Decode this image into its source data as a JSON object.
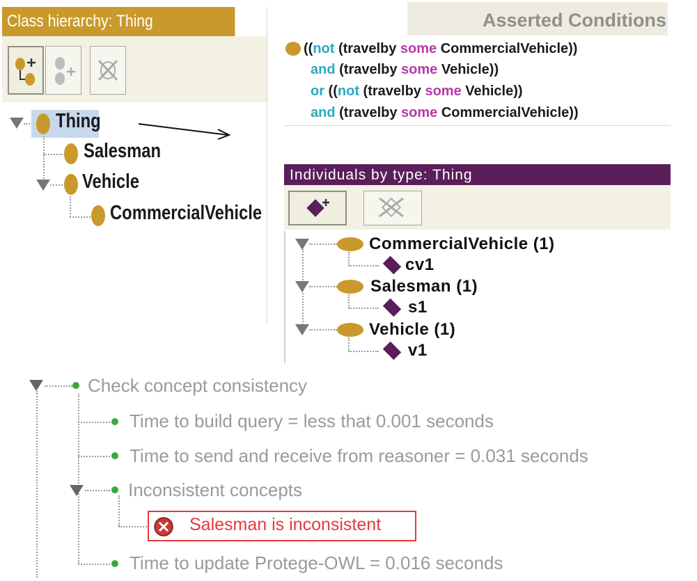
{
  "class_hierarchy": {
    "header": "Class hierarchy: Thing",
    "toolbar": {
      "add_subclass_icon": "add-subclass-icon",
      "add_sibling_icon": "add-sibling-icon",
      "delete_class_icon": "delete-class-icon"
    },
    "tree": [
      {
        "label": "Thing",
        "selected": true
      },
      {
        "label": "Salesman"
      },
      {
        "label": "Vehicle"
      },
      {
        "label": "CommercialVehicle"
      }
    ]
  },
  "asserted_conditions": {
    "header": "Asserted Conditions",
    "lines": [
      {
        "prefix": "((",
        "kw1": "not",
        "mid1": " (travelby ",
        "kw2": "some",
        "tail": " CommercialVehicle))"
      },
      {
        "prefix": "",
        "kw1": "and",
        "mid1": " (travelby ",
        "kw2": "some",
        "tail": " Vehicle))"
      },
      {
        "prefix": "",
        "kw1": "or",
        "mid1": " ((",
        "kw_not": "not",
        "mid2": " (travelby ",
        "kw2": "some",
        "tail": " Vehicle))"
      },
      {
        "prefix": "",
        "kw1": "and",
        "mid1": " (travelby ",
        "kw2": "some",
        "tail": " CommercialVehicle))"
      }
    ]
  },
  "individuals": {
    "header": "Individuals by type: Thing",
    "toolbar": {
      "add_individual_icon": "add-individual-icon",
      "delete_individual_icon": "delete-individual-icon"
    },
    "groups": [
      {
        "label": "CommercialVehicle (1)",
        "members": [
          "cv1"
        ]
      },
      {
        "label": "Salesman (1)",
        "members": [
          "s1"
        ]
      },
      {
        "label": "Vehicle (1)",
        "members": [
          "v1"
        ]
      }
    ]
  },
  "reasoner_log": {
    "root": "Check concept consistency",
    "build_query": "Time to build query = less that 0.001 seconds",
    "send_receive": "Time to send and receive from reasoner = 0.031 seconds",
    "inconsistent_header": "Inconsistent concepts",
    "inconsistent_item": "Salesman is inconsistent",
    "update": "Time to update Protege-OWL = 0.016 seconds"
  },
  "colors": {
    "class_header": "#c9992b",
    "class_icon": "#c9992b",
    "individuals_header": "#5a1e5a",
    "keyword_teal": "#2aa9c2",
    "keyword_purple": "#b53aa8",
    "error_red": "#e53a3a",
    "status_green": "#3da63d"
  }
}
